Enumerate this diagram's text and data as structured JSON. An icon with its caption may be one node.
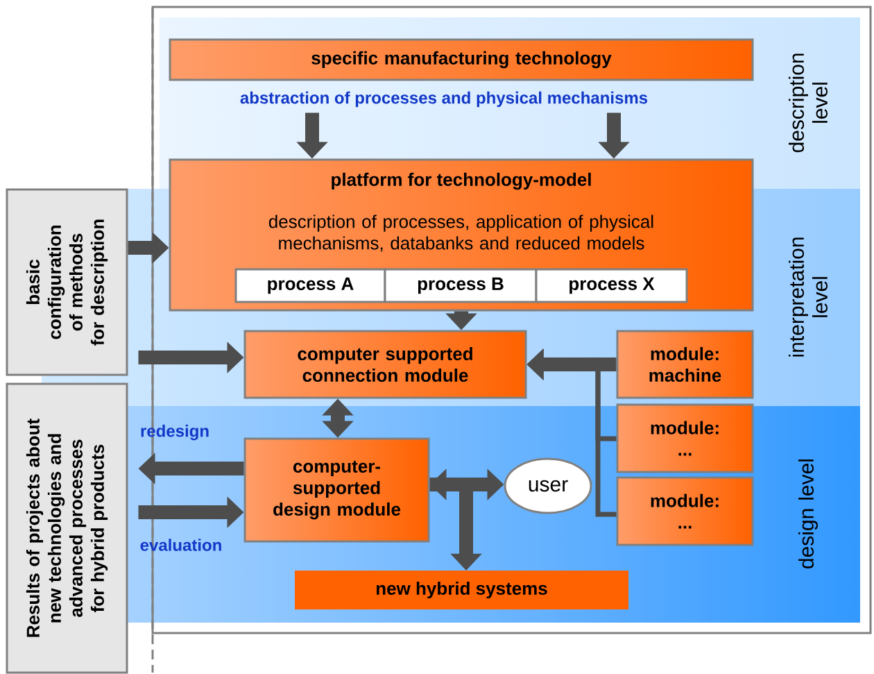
{
  "diagram": {
    "nodes": [
      {
        "text": [
          "description level"
        ]
      },
      {
        "text": [
          "specific manufacturing technology"
        ]
      },
      {
        "text": [
          "abstraction of processes and physical mechanisms"
        ]
      },
      {
        "text": [
          "platform for technology-model",
          "description of processes, application of physical mechanisms, databanks and reduced models"
        ]
      },
      {
        "text": [
          "process A"
        ],
        "in": 3
      },
      {
        "text": [
          "process B"
        ],
        "in": 3
      },
      {
        "text": [
          "process X"
        ],
        "in": 3
      },
      {
        "text": [
          "interpretation level"
        ]
      },
      {
        "text": [
          "basic configuration of methods for description"
        ]
      },
      {
        "text": [
          "computer supported connection module"
        ]
      },
      {
        "text": [
          "module: machine"
        ]
      },
      {
        "text": [
          "design level"
        ]
      },
      {
        "text": [
          "Results of projects about new technologies and advanced processes for hybrid products"
        ]
      },
      {
        "text": [
          "computer-supported design module"
        ]
      },
      {
        "text": [
          "user"
        ]
      },
      {
        "text": [
          "module: ..."
        ]
      },
      {
        "text": [
          "module: ..."
        ]
      },
      {
        "text": [
          "new hybrid systems"
        ]
      }
    ],
    "edges": [
      {
        "from": 2,
        "to": 3,
        "arrow": "to"
      },
      {
        "from": 2,
        "to": 3,
        "arrow": "to"
      },
      {
        "from": 8,
        "to": 3,
        "arrow": "to"
      },
      {
        "from": 8,
        "to": 9,
        "arrow": "to"
      },
      {
        "from": 3,
        "to": 9,
        "arrow": "to"
      },
      {
        "from": 10,
        "to": 9,
        "arrow": "to"
      },
      {
        "from": 15,
        "to": 9,
        "arrow": "to"
      },
      {
        "from": 16,
        "to": 9,
        "arrow": "to"
      },
      {
        "from": 9,
        "to": 13,
        "arrow": "both"
      },
      {
        "from": 13,
        "to": 12,
        "arrow": "to",
        "label": "redesign"
      },
      {
        "from": 12,
        "to": 13,
        "arrow": "to",
        "label": "evaluation"
      },
      {
        "from": 13,
        "to": 14,
        "arrow": "both"
      },
      {
        "from": 13,
        "to": 17,
        "arrow": "to"
      }
    ]
  }
}
